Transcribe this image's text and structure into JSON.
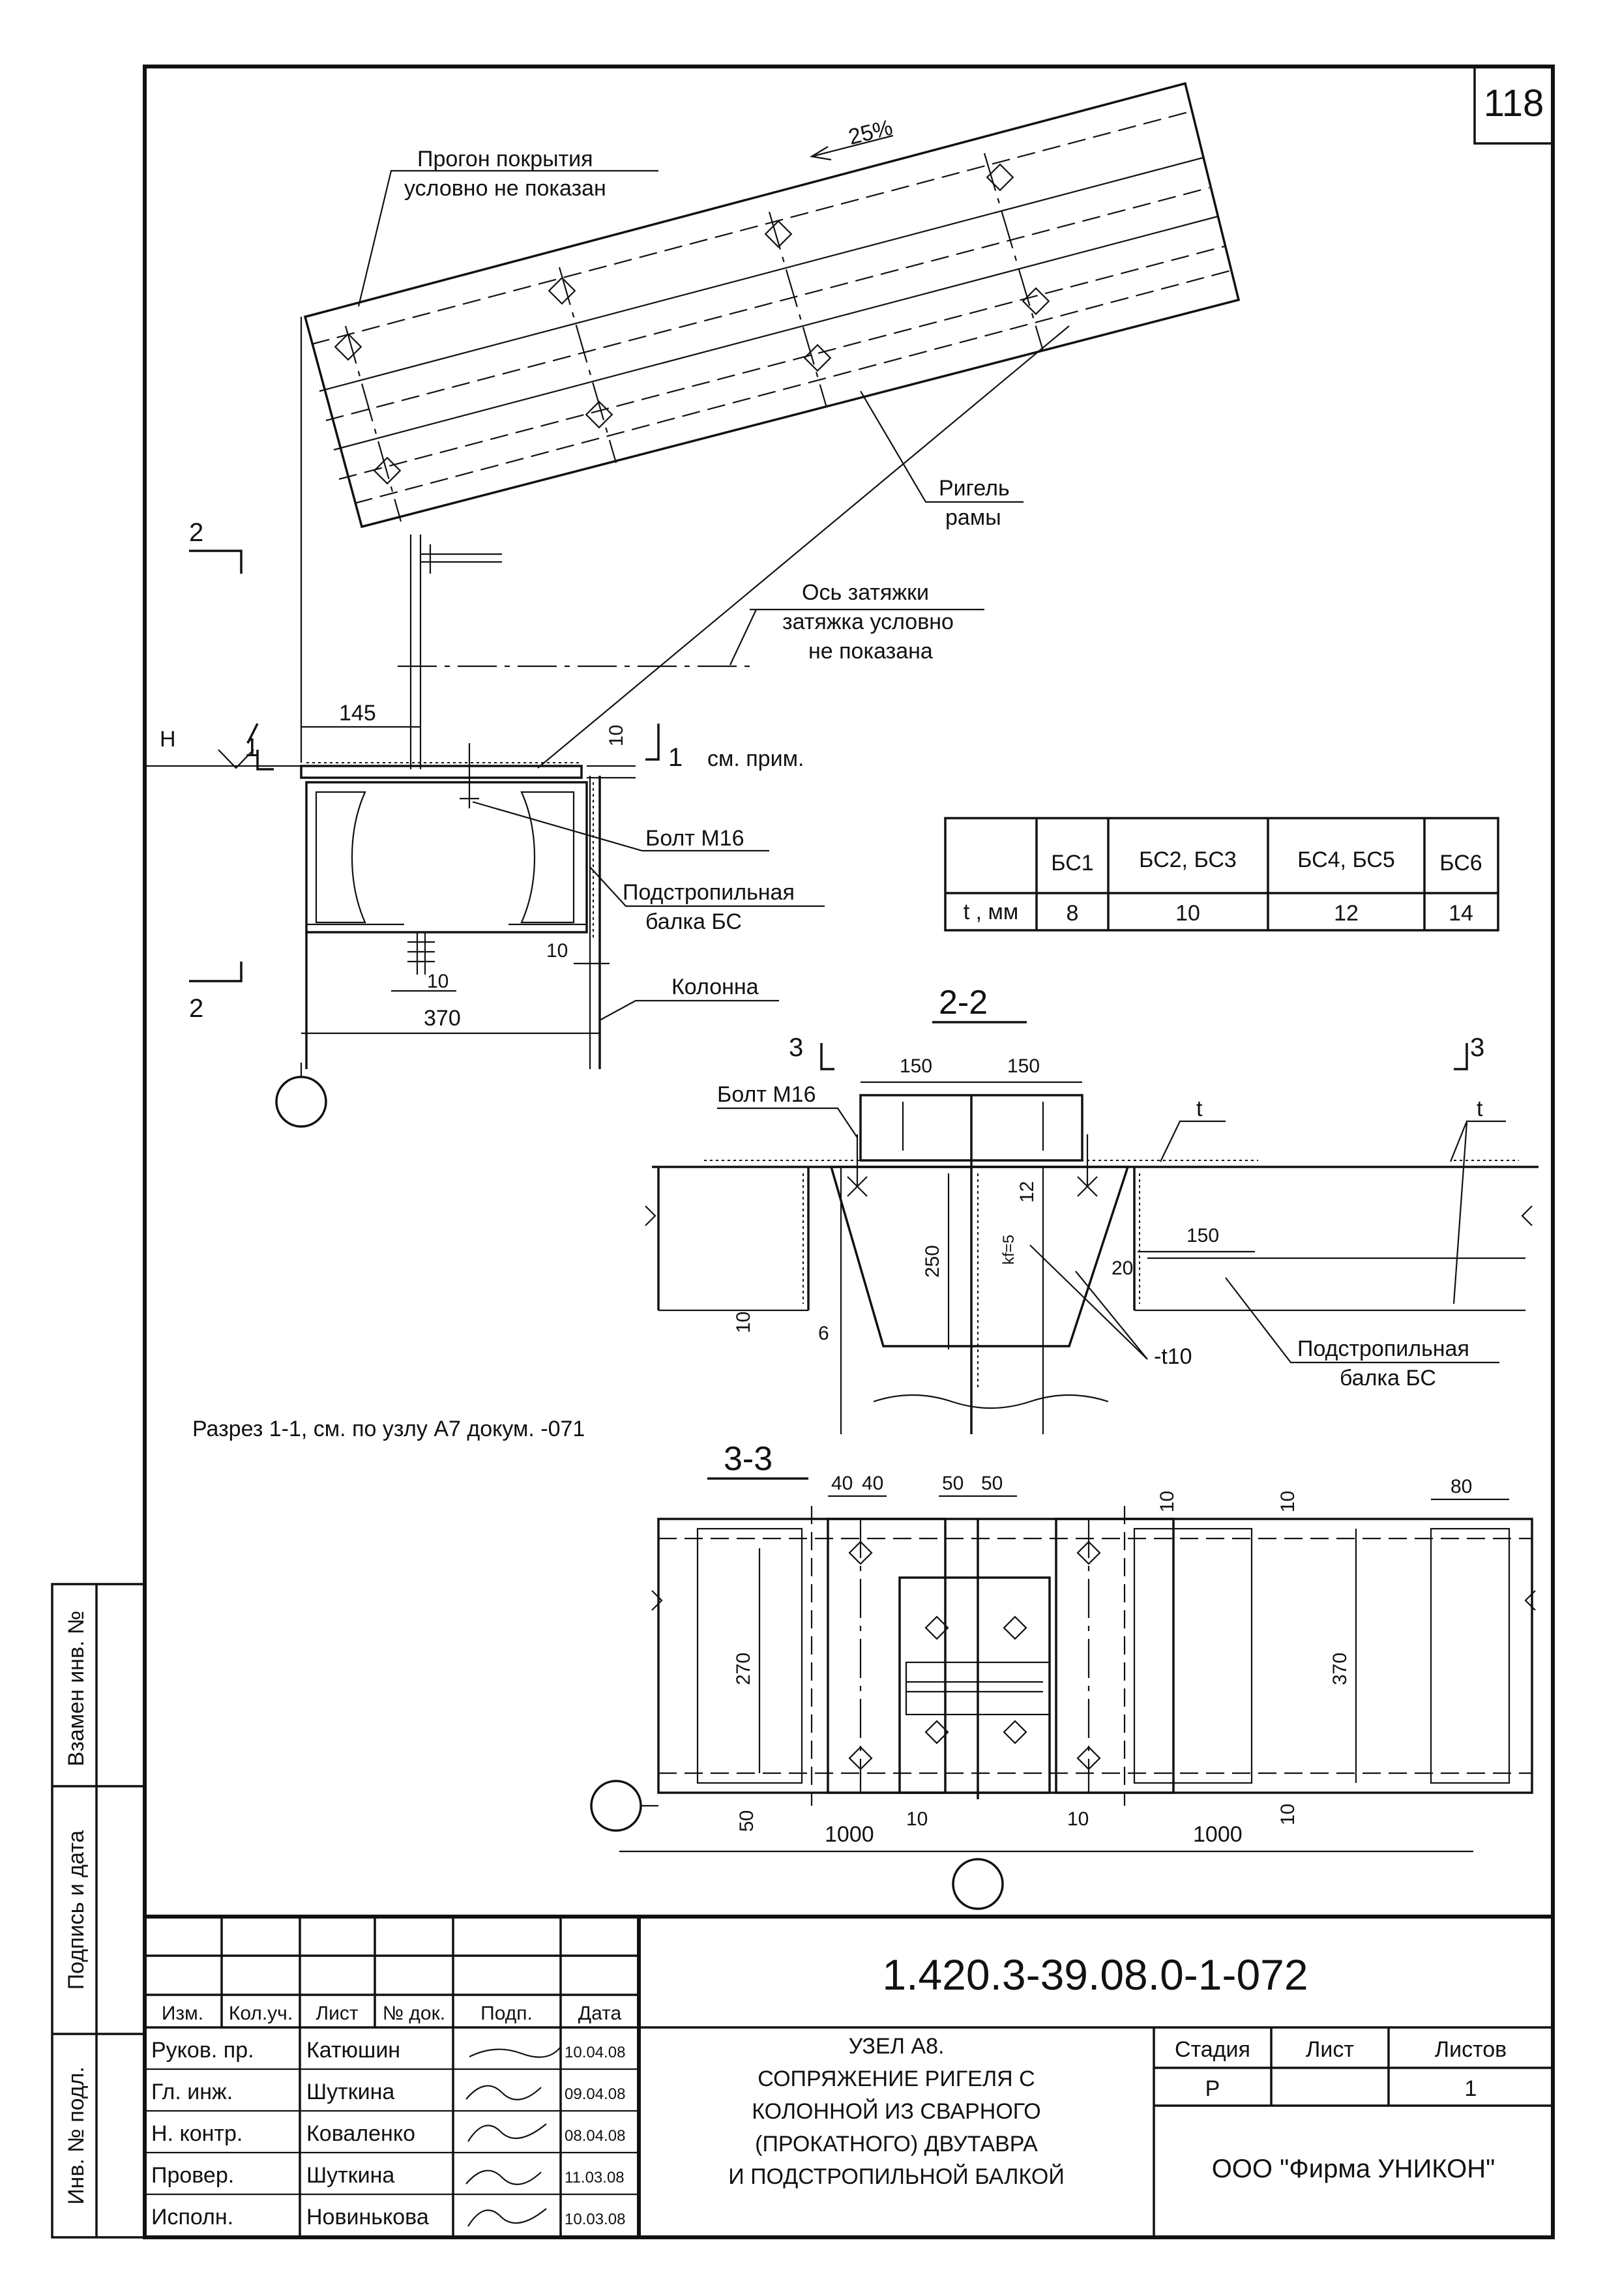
{
  "sheet_number": "118",
  "slope": "25%",
  "labels": {
    "purlin_line1": "Прогон покрытия",
    "purlin_line2": "условно не показан",
    "rafter_line1": "Ригель",
    "rafter_line2": "рамы",
    "tie_line1": "Ось затяжки",
    "tie_line2": "затяжка условно",
    "tie_line3": "не показана",
    "see_note": "см. прим.",
    "bolt_m16": "Болт М16",
    "beam_line1": "Подстропильная",
    "beam_line2": "балка БС",
    "column": "Колонна",
    "level_h": "Н",
    "section_1": "1",
    "section_2": "2",
    "section_3": "3",
    "section_2_title": "2-2",
    "section_3_title": "3-3",
    "section_1_note": "Разрез 1-1, см. по узлу А7 докум. -071",
    "plate_t10": "-t10",
    "weld_kf": "kf=5",
    "thickness_t": "t"
  },
  "dimensions": {
    "d145": "145",
    "d10": "10",
    "d370": "370",
    "d150": "150",
    "d12": "12",
    "d250": "250",
    "d20": "20",
    "d6": "6",
    "d40": "40",
    "d50": "50",
    "d80": "80",
    "d270": "270",
    "d1000": "1000"
  },
  "thickness_table": {
    "headers": [
      "",
      "БС1",
      "БС2, БС3",
      "БС4, БС5",
      "БС6"
    ],
    "row": [
      "t , мм",
      "8",
      "10",
      "12",
      "14"
    ]
  },
  "title_block": {
    "code": "1.420.3-39.08.0-1-072",
    "col_headers": [
      "Изм.",
      "Кол.уч.",
      "Лист",
      "№ док.",
      "Подп.",
      "Дата"
    ],
    "staff": [
      {
        "role": "Руков. пр.",
        "name": "Катюшин",
        "date": "10.04.08"
      },
      {
        "role": "Гл. инж.",
        "name": "Шуткина",
        "date": "09.04.08"
      },
      {
        "role": "Н. контр.",
        "name": "Коваленко",
        "date": "08.04.08"
      },
      {
        "role": "Провер.",
        "name": "Шуткина",
        "date": "11.03.08"
      },
      {
        "role": "Исполн.",
        "name": "Новинькова",
        "date": "10.03.08"
      }
    ],
    "title_lines": [
      "УЗЕЛ А8.",
      "СОПРЯЖЕНИЕ РИГЕЛЯ С",
      "КОЛОННОЙ ИЗ СВАРНОГО",
      "(ПРОКАТНОГО) ДВУТАВРА",
      "И ПОДСТРОПИЛЬНОЙ БАЛКОЙ"
    ],
    "stage_label": "Стадия",
    "sheet_label": "Лист",
    "sheets_label": "Листов",
    "stage": "Р",
    "sheet": "",
    "sheets": "1",
    "company": "ООО \"Фирма УНИКОН\""
  },
  "side_stamp": {
    "replace": "Взамен инв. №",
    "sign_date": "Подпись и дата",
    "inv_no": "Инв. № подл."
  }
}
